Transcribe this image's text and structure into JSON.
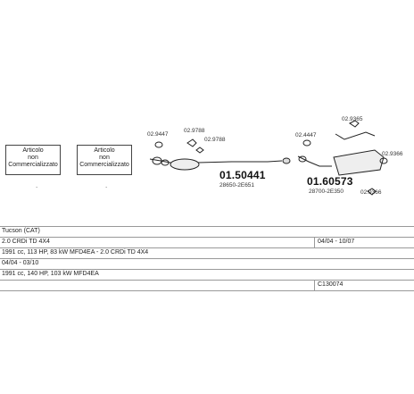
{
  "boxes": {
    "left": {
      "line1": "Articolo",
      "line2": "non",
      "line3": "Commercializzato"
    },
    "right": {
      "line1": "Articolo",
      "line2": "non",
      "line3": "Commercializzato"
    }
  },
  "part_labels": {
    "p1": "02.9447",
    "p2": "02.9788",
    "p3": "02.9788",
    "p4": "02.4447",
    "p5": "02.9365",
    "p6": "02.9366",
    "p7": "02.9366"
  },
  "main_parts": {
    "middle": {
      "number": "01.50441",
      "oem": "28650-2E651"
    },
    "rear": {
      "number": "01.60573",
      "oem": "28700-2E350"
    }
  },
  "table": {
    "model": "Tucson (CAT)",
    "row2_left": "2.0 CRDi TD 4X4",
    "row2_right": "04/04 - 10/07",
    "row3_left": "1991 cc, 113 HP, 83 kW MFD4EA - 2.0 CRDi TD 4X4",
    "row4_left": "04/04 - 03/10",
    "row5_left": "1991 cc, 140 HP, 103 kW MFD4EA",
    "row6_right": "C130074"
  }
}
